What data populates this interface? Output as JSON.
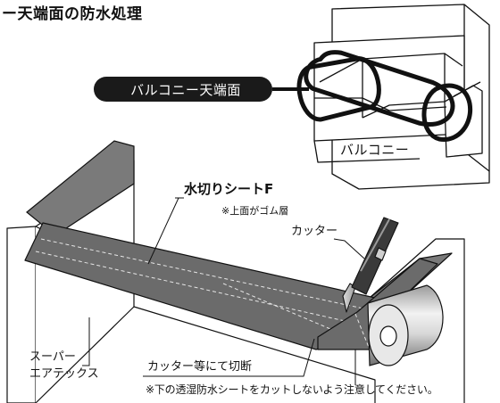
{
  "title": "ー天端面の防水処理",
  "labels": {
    "balcony_top_pill": "バルコニー天端面",
    "balcony": "バルコニー",
    "sheet_name": "水切りシートF",
    "sheet_note": "※上面がゴム層",
    "cutter": "カッター",
    "super_line1": "スーパー",
    "super_line2": "エアテックス",
    "cut_note": "カッター等にて切断",
    "warning": "※下の透湿防水シートをカットしないよう注意してください。"
  },
  "colors": {
    "sheet_fill": "#6b6b6b",
    "parapet_top": "#7a7a7a",
    "pill_bg": "#1a1a1a",
    "line": "#111111"
  }
}
